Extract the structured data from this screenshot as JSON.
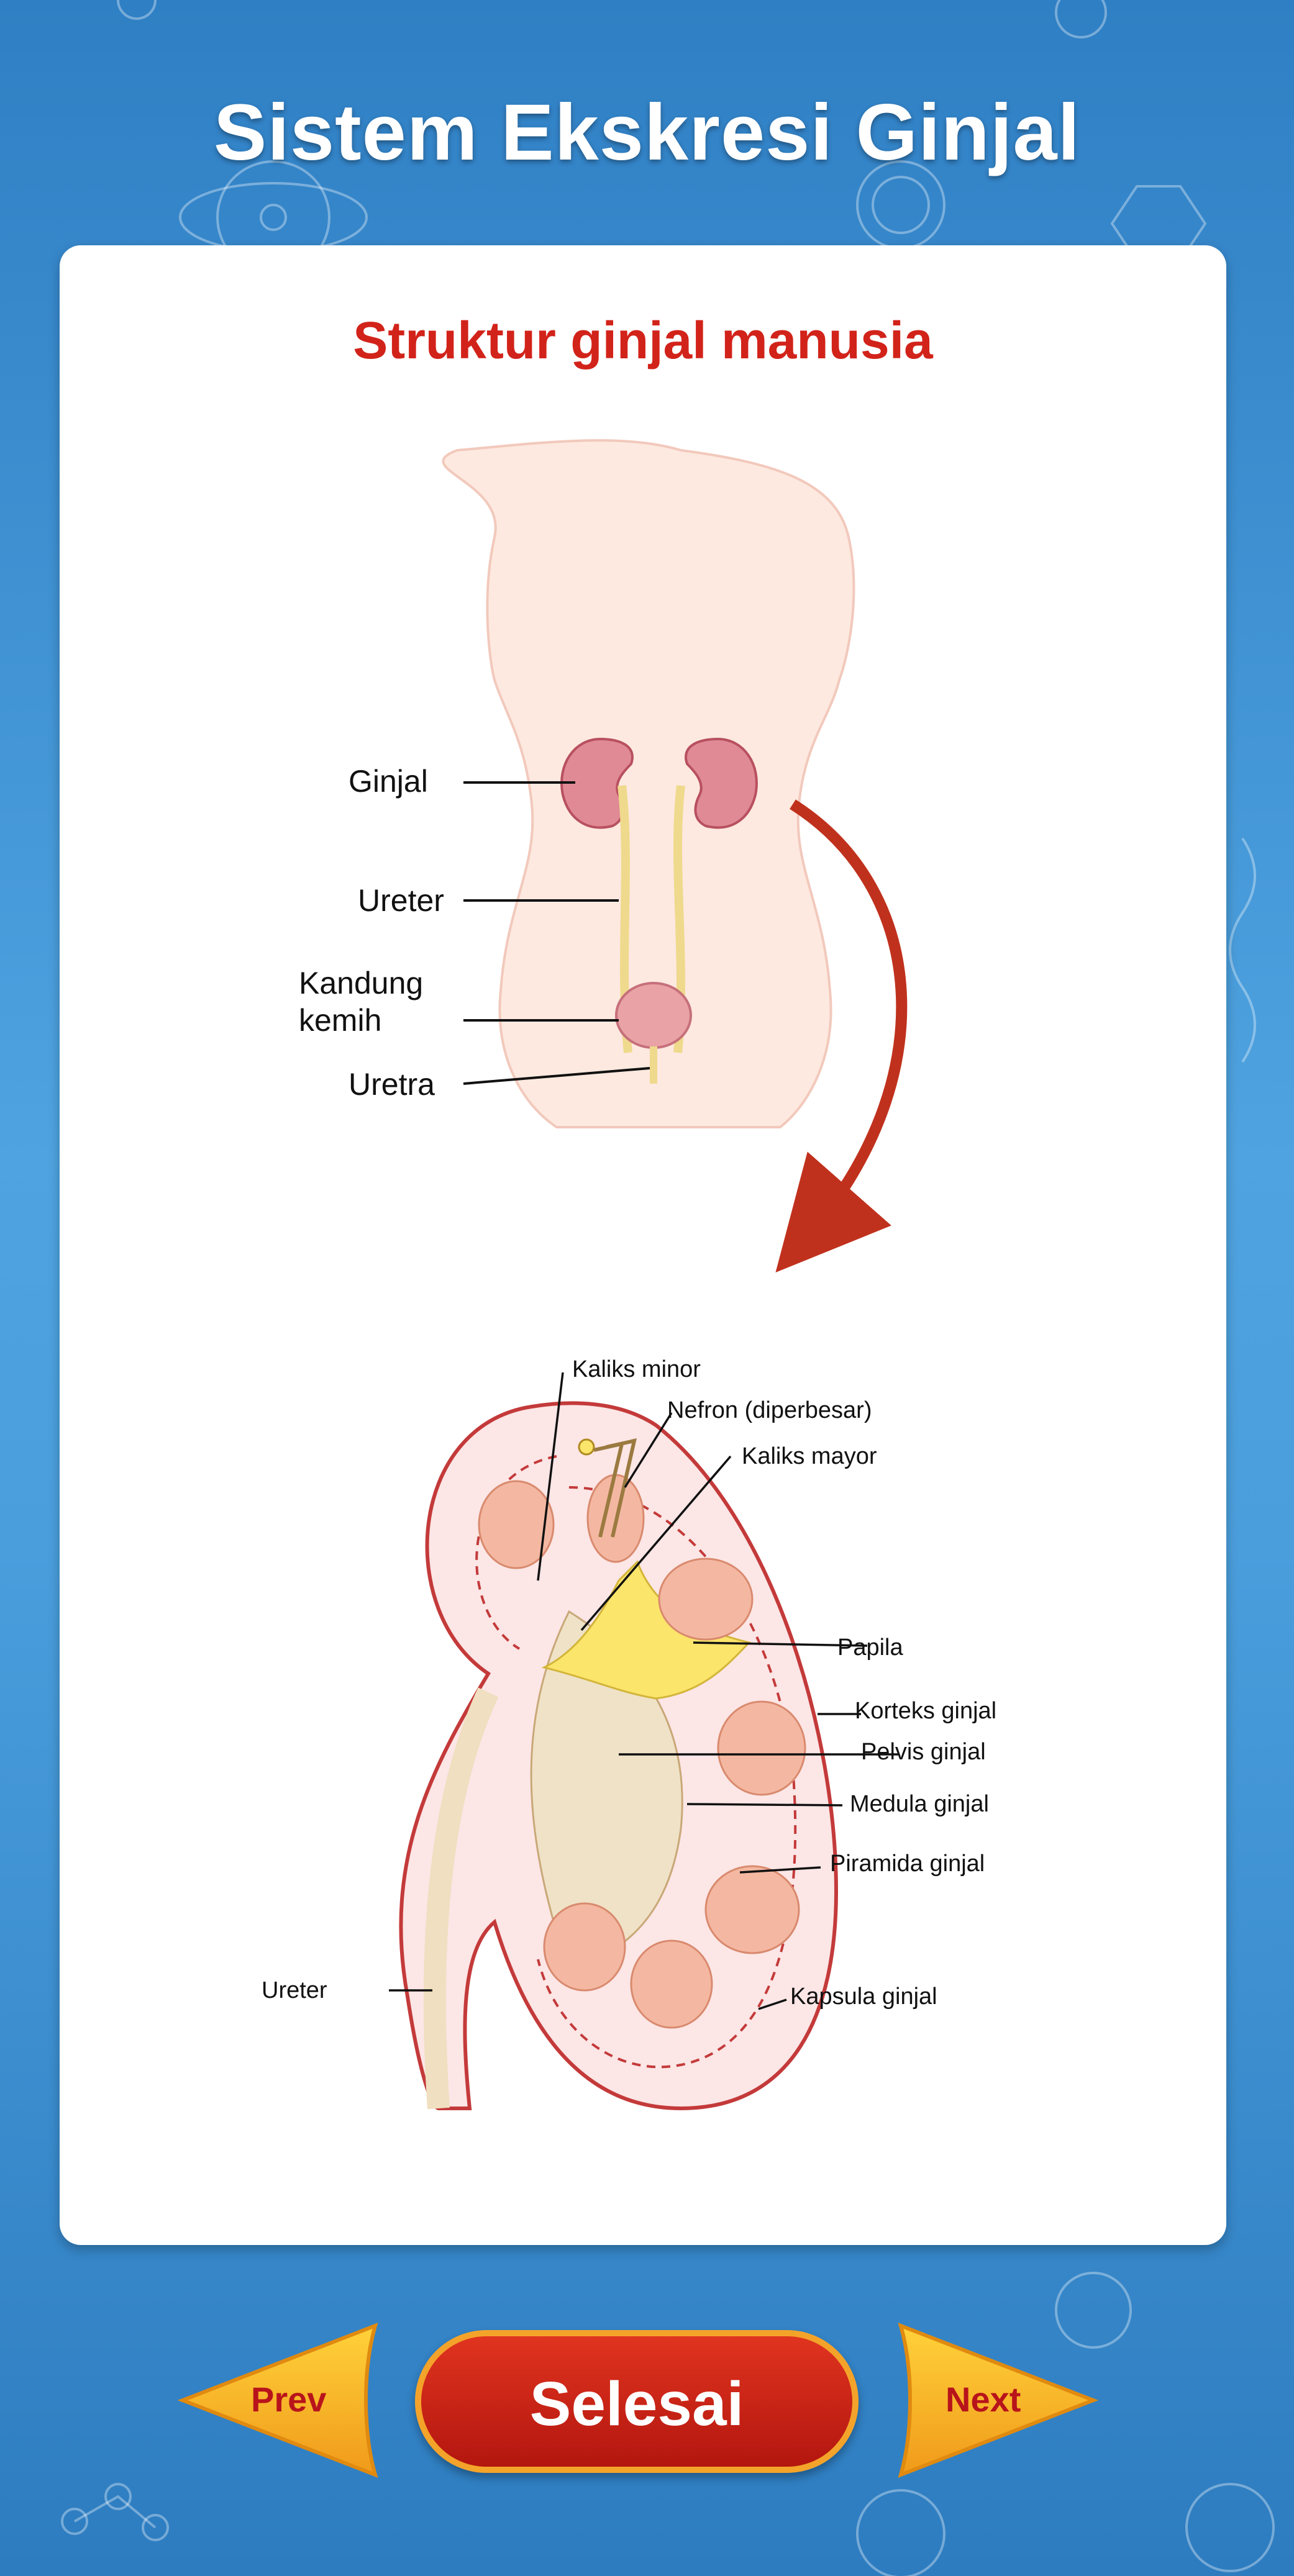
{
  "header": {
    "title": "Sistem Ekskresi Ginjal"
  },
  "card": {
    "heading": "Struktur ginjal manusia",
    "body_labels": {
      "ginjal": "Ginjal",
      "ureter": "Ureter",
      "kandung_line1": "Kandung",
      "kandung_line2": "kemih",
      "uretra": "Uretra"
    },
    "kidney_labels": {
      "kaliks_minor": "Kaliks minor",
      "nefron": "Nefron (diperbesar)",
      "kaliks_mayor": "Kaliks mayor",
      "papila": "Papila",
      "korteks": "Korteks ginjal",
      "pelvis": "Pelvis ginjal",
      "medula": "Medula ginjal",
      "piramida": "Piramida ginjal",
      "ureter": "Ureter",
      "kapsula": "Kapsula ginjal"
    }
  },
  "nav": {
    "prev": "Prev",
    "done": "Selesai",
    "next": "Next"
  },
  "colors": {
    "background": "#3d8fd2",
    "heading_red": "#d2231a",
    "button_red": "#c01e15",
    "button_gold": "#f4a32a"
  }
}
